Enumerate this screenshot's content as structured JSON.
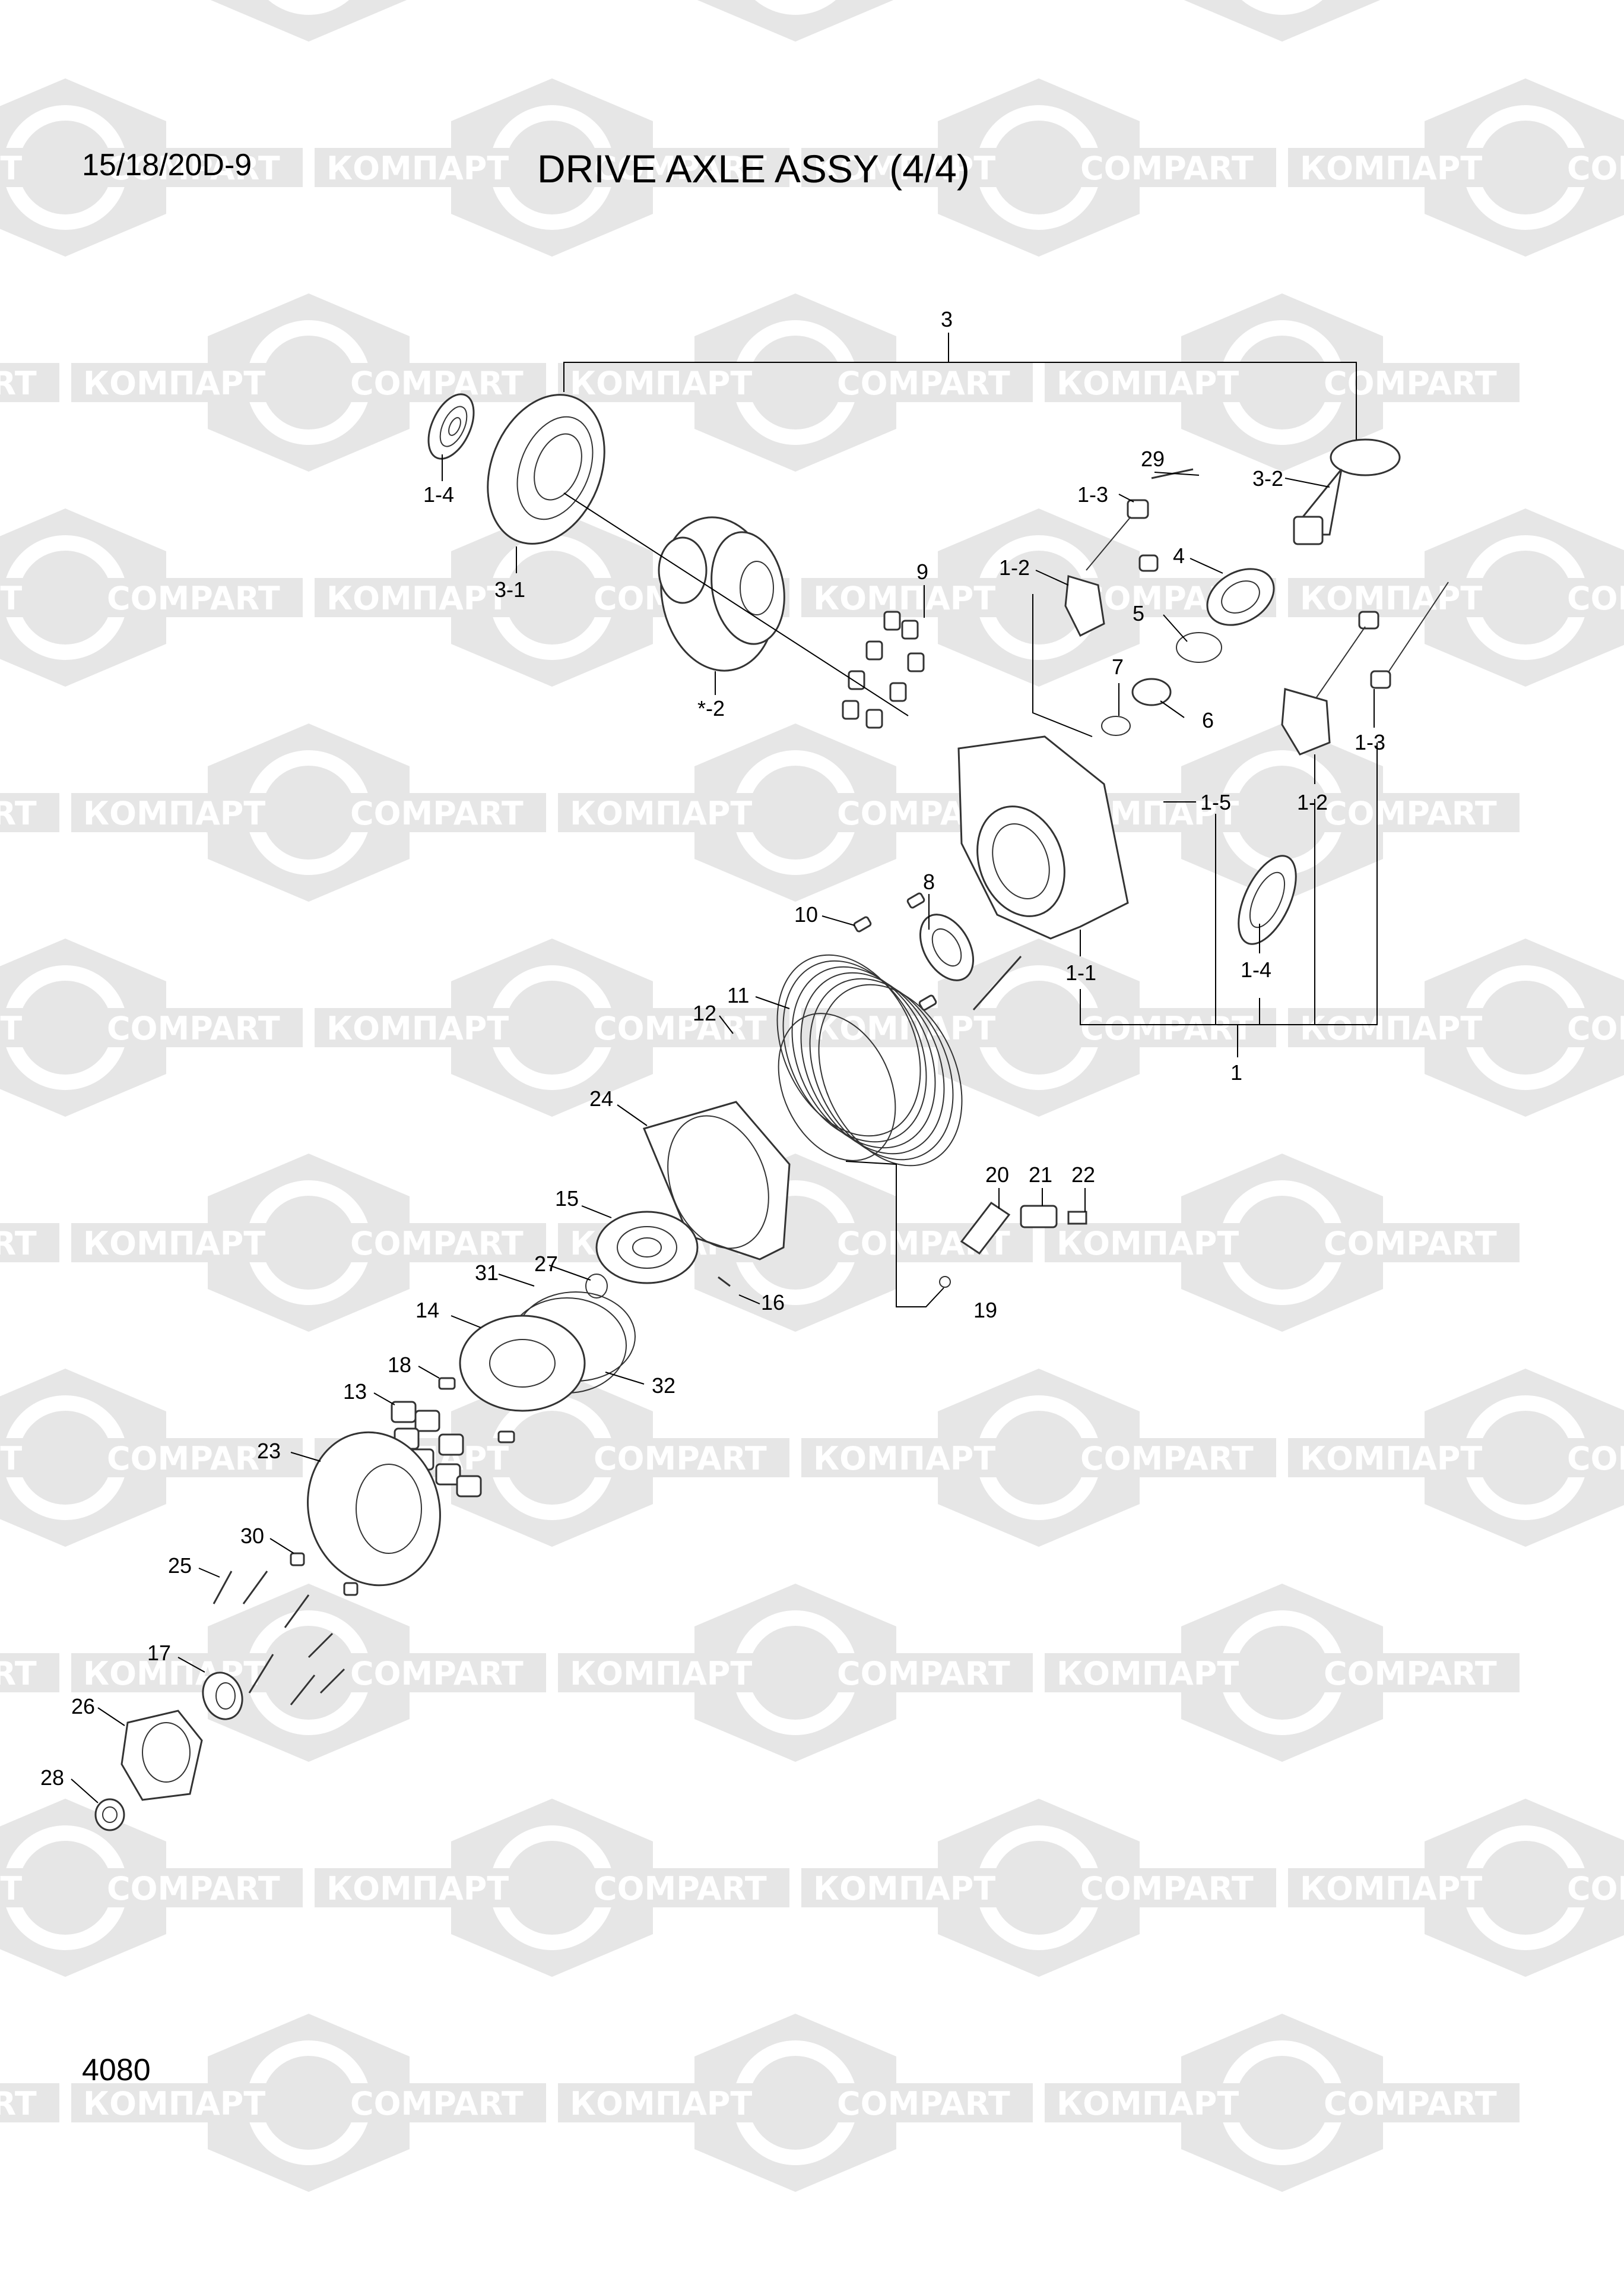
{
  "header": {
    "model": "15/18/20D-9",
    "title": "DRIVE AXLE ASSY (4/4)"
  },
  "footer": {
    "page_number": "4080"
  },
  "watermark": {
    "texts": [
      "КОМПАРТ",
      "COMPART"
    ],
    "hex_color": "#e6e6e6"
  },
  "callouts": {
    "c3": "3",
    "c1_4a": "1-4",
    "c3_1": "3-1",
    "c29": "29",
    "c1_3a": "1-3",
    "c3_2": "3-2",
    "c1_2a": "1-2",
    "c4": "4",
    "c9": "9",
    "c5": "5",
    "c7": "7",
    "c6": "6",
    "c2": "*-2",
    "c1_3b": "1-3",
    "c1_5": "1-5",
    "c1_2b": "1-2",
    "c8": "8",
    "c10": "10",
    "c1_4b": "1-4",
    "c1_1": "1-1",
    "c11": "11",
    "c12": "12",
    "c1": "1",
    "c24": "24",
    "c20": "20",
    "c21": "21",
    "c22": "22",
    "c15": "15",
    "c27": "27",
    "c31": "31",
    "c16": "16",
    "c19": "19",
    "c14": "14",
    "c32": "32",
    "c18": "18",
    "c13": "13",
    "c23": "23",
    "c30": "30",
    "c25": "25",
    "c17": "17",
    "c26": "26",
    "c28": "28"
  }
}
